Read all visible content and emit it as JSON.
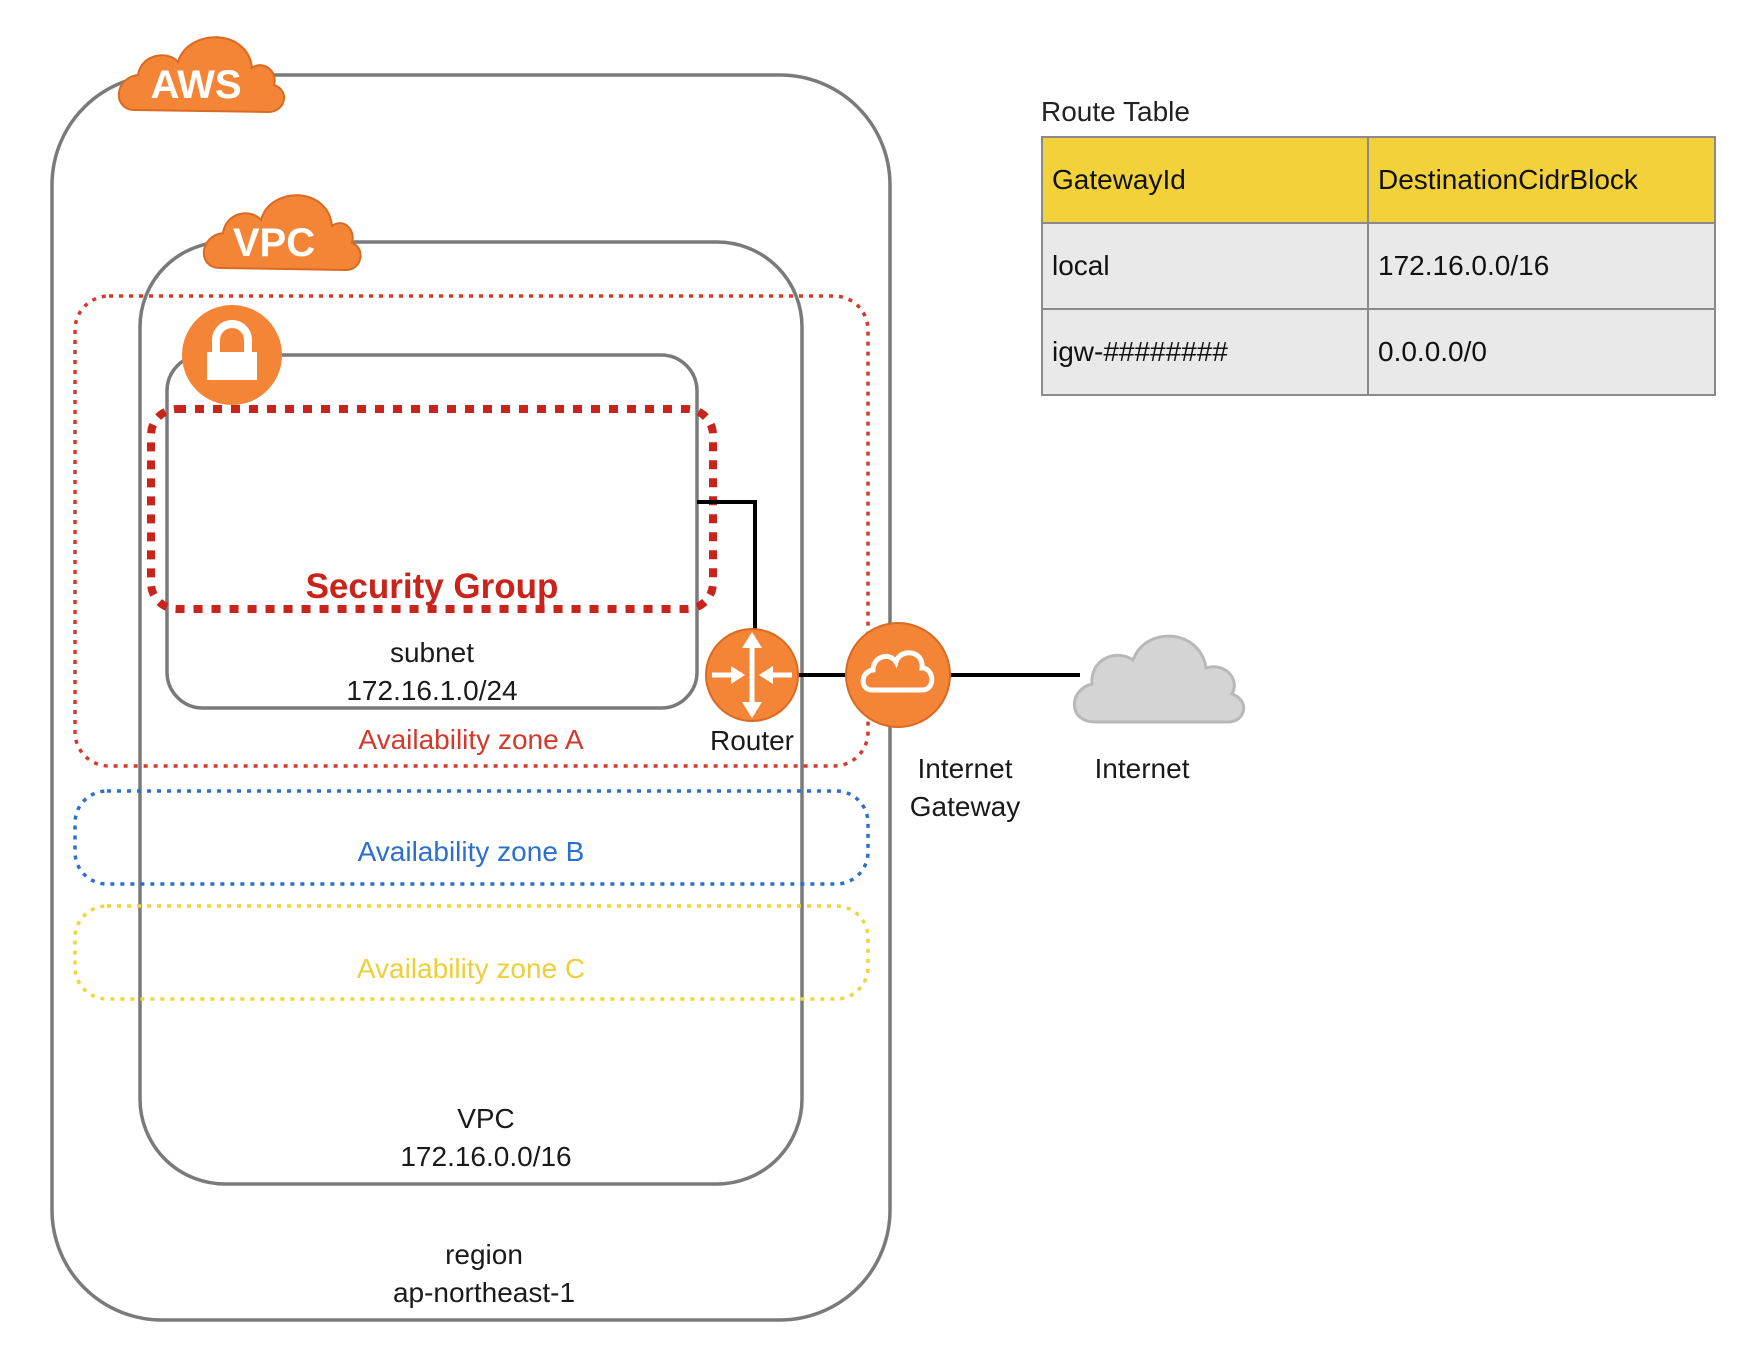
{
  "aws_badge": "AWS",
  "vpc_badge": "VPC",
  "region": {
    "label": "region",
    "name": "ap-northeast-1"
  },
  "vpc": {
    "label": "VPC",
    "cidr": "172.16.0.0/16"
  },
  "subnet": {
    "label": "subnet",
    "cidr": "172.16.1.0/24"
  },
  "security_group": {
    "label": "Security Group",
    "icon": "lock-icon"
  },
  "zones": [
    {
      "label": "Availability zone A",
      "color": "#d33a2c"
    },
    {
      "label": "Availability zone B",
      "color": "#2b6fd1"
    },
    {
      "label": "Availability zone C",
      "color": "#f0d43a"
    }
  ],
  "router": {
    "label": "Router",
    "icon": "router-icon"
  },
  "internet_gateway": {
    "label_line1": "Internet",
    "label_line2": "Gateway",
    "icon": "cloud-icon"
  },
  "internet": {
    "label": "Internet",
    "icon": "cloud-icon"
  },
  "route_table": {
    "title": "Route Table",
    "headers": [
      "GatewayId",
      "DestinationCidrBlock"
    ],
    "rows": [
      [
        "local",
        "172.16.0.0/16"
      ],
      [
        "igw-########",
        "0.0.0.0/0"
      ]
    ]
  },
  "colors": {
    "aws_orange": "#f58536",
    "header_yellow": "#f3d13b",
    "container_gray": "#7a7a7a",
    "sg_red": "#c8241b"
  }
}
